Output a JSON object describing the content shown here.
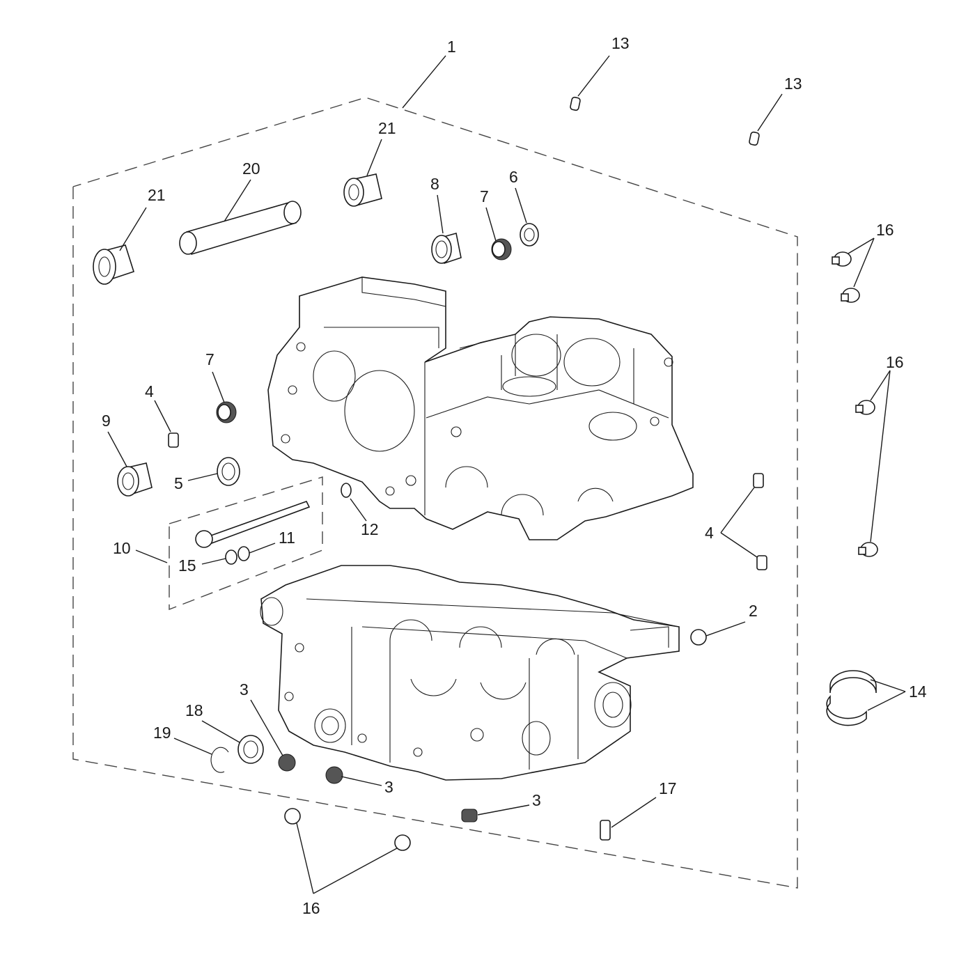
{
  "callouts": {
    "c1": "1",
    "c2": "2",
    "c3a": "3",
    "c3b": "3",
    "c3c": "3",
    "c4a": "4",
    "c4b": "4",
    "c5": "5",
    "c6": "6",
    "c7a": "7",
    "c7b": "7",
    "c8": "8",
    "c9": "9",
    "c10": "10",
    "c11": "11",
    "c12": "12",
    "c13a": "13",
    "c13b": "13",
    "c14": "14",
    "c15": "15",
    "c16a": "16",
    "c16b": "16",
    "c16c": "16",
    "c17": "17",
    "c18": "18",
    "c19": "19",
    "c20": "20",
    "c21a": "21",
    "c21b": "21"
  }
}
